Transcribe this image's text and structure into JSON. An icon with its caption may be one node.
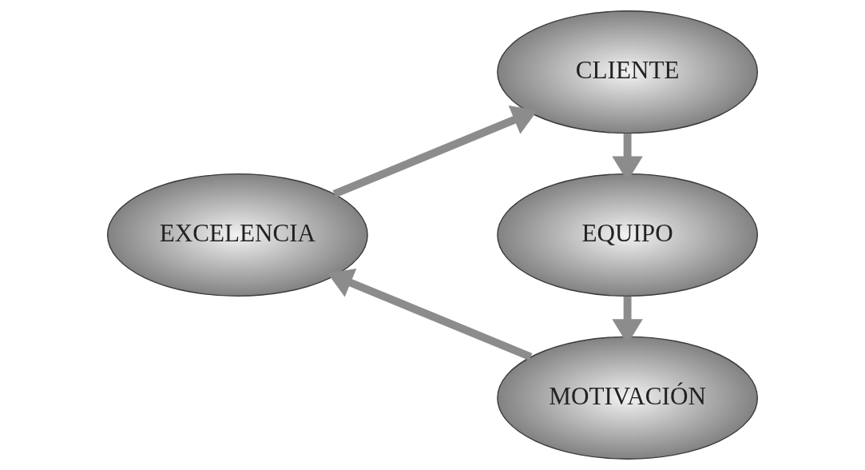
{
  "diagram": {
    "nodes": [
      {
        "text": [
          "CLIENTE"
        ]
      },
      {
        "text": [
          "EQUIPO"
        ]
      },
      {
        "text": [
          "MOTIVACIÓN"
        ]
      },
      {
        "text": [
          "EXCELENCIA"
        ]
      }
    ],
    "edges": [
      {
        "from": 0,
        "to": 1,
        "arrow": "to"
      },
      {
        "from": 1,
        "to": 2,
        "arrow": "to"
      },
      {
        "from": 2,
        "to": 3,
        "arrow": "to"
      },
      {
        "from": 3,
        "to": 0,
        "arrow": "to"
      }
    ]
  }
}
